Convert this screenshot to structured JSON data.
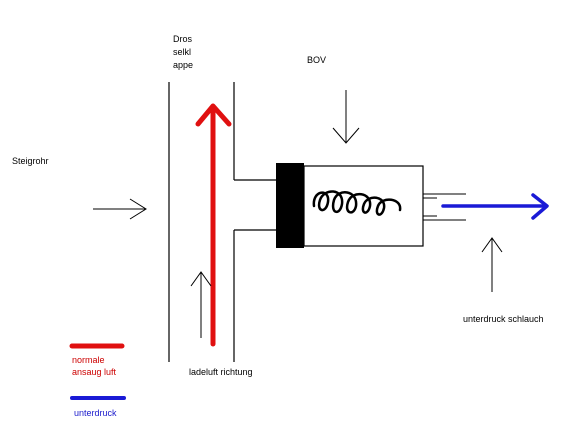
{
  "labels": {
    "steigrohr": "Steigrohr",
    "drosselklappe_line1": "Dros",
    "drosselklappe_line2": "selkl",
    "drosselklappe_line3": "appe",
    "bov": "BOV",
    "ladeluft": "ladeluft richtung",
    "unterdruck_schlauch": "unterdruck schlauch"
  },
  "legend": {
    "item1_line1": "normale",
    "item1_line2": "ansaug luft",
    "item1_color": "#e01010",
    "item2_label": "unterdruck",
    "item2_color": "#1a1ad6"
  }
}
